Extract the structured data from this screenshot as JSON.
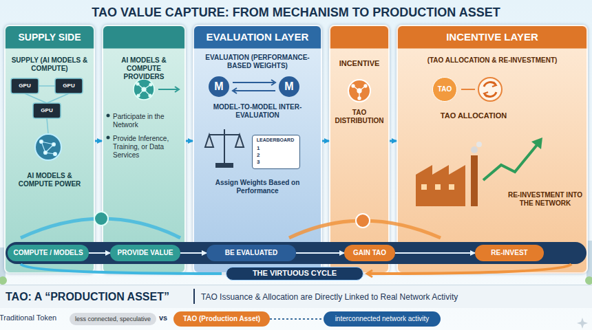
{
  "diagram": {
    "title": "TAO VALUE CAPTURE: FROM MECHANISM TO PRODUCTION ASSET",
    "nodes": [
      {
        "text": [
          "SUPPLY SIDE",
          "SUPPLY (AI MODELS & COMPUTE)",
          "AI MODELS & COMPUTE POWER"
        ]
      },
      {
        "text": [
          "AI MODELS & COMPUTE PROVIDERS",
          "Participate in the Network",
          "Provide Inference, Training, or Data Services"
        ]
      },
      {
        "text": [
          "EVALUATION LAYER",
          "EVALUATION (PERFORMANCE-BASED WEIGHTS)",
          "MODEL-TO-MODEL INTER-EVALUATION",
          "Assign Weights Based on Performance"
        ]
      },
      {
        "text": [
          "INCENTIVE",
          "TAO DISTRIBUTION"
        ]
      },
      {
        "text": [
          "INCENTIVE LAYER",
          "(TAO ALLOCATION & RE-INVESTMENT)",
          "TAO ALLOCATION",
          "RE-INVESTMENT INTO THE NETWORK"
        ]
      },
      {
        "text": [
          "LEADERBOARD",
          "1",
          "2",
          "3"
        ],
        "in": 2
      },
      {
        "text": [
          "TAO"
        ],
        "in": 4
      },
      {
        "text": [
          "COMPUTE / MODELS"
        ]
      },
      {
        "text": [
          "PROVIDE VALUE"
        ]
      },
      {
        "text": [
          "BE EVALUATED"
        ]
      },
      {
        "text": [
          "GAIN TAO"
        ]
      },
      {
        "text": [
          "RE-INVEST"
        ]
      },
      {
        "text": [
          "THE VIRTUOUS CYCLE"
        ]
      },
      {
        "text": [
          "TAO: A “PRODUCTION ASSET”",
          "TAO Issuance & Allocation are Directly Linked to Real Network Activity"
        ]
      },
      {
        "text": [
          "Traditional Token",
          "less connected, speculative"
        ]
      },
      {
        "text": [
          "TAO (Production Asset)"
        ]
      },
      {
        "text": [
          "interconnected network activity"
        ]
      }
    ],
    "edges": [
      {
        "from": 0,
        "to": 1,
        "arrow": "to"
      },
      {
        "from": 1,
        "to": 2,
        "arrow": "to"
      },
      {
        "from": 2,
        "to": 3,
        "arrow": "to"
      },
      {
        "from": 3,
        "to": 4,
        "arrow": "to"
      },
      {
        "from": 7,
        "to": 8,
        "arrow": "to"
      },
      {
        "from": 8,
        "to": 9,
        "arrow": "to"
      },
      {
        "from": 9,
        "to": 10,
        "arrow": "to"
      },
      {
        "from": 10,
        "to": 11,
        "arrow": "to"
      },
      {
        "from": 15,
        "to": 16,
        "arrow": "none"
      }
    ],
    "labels": [
      "GPU",
      "GPU",
      "GPU",
      "M",
      "M",
      "vs"
    ]
  }
}
